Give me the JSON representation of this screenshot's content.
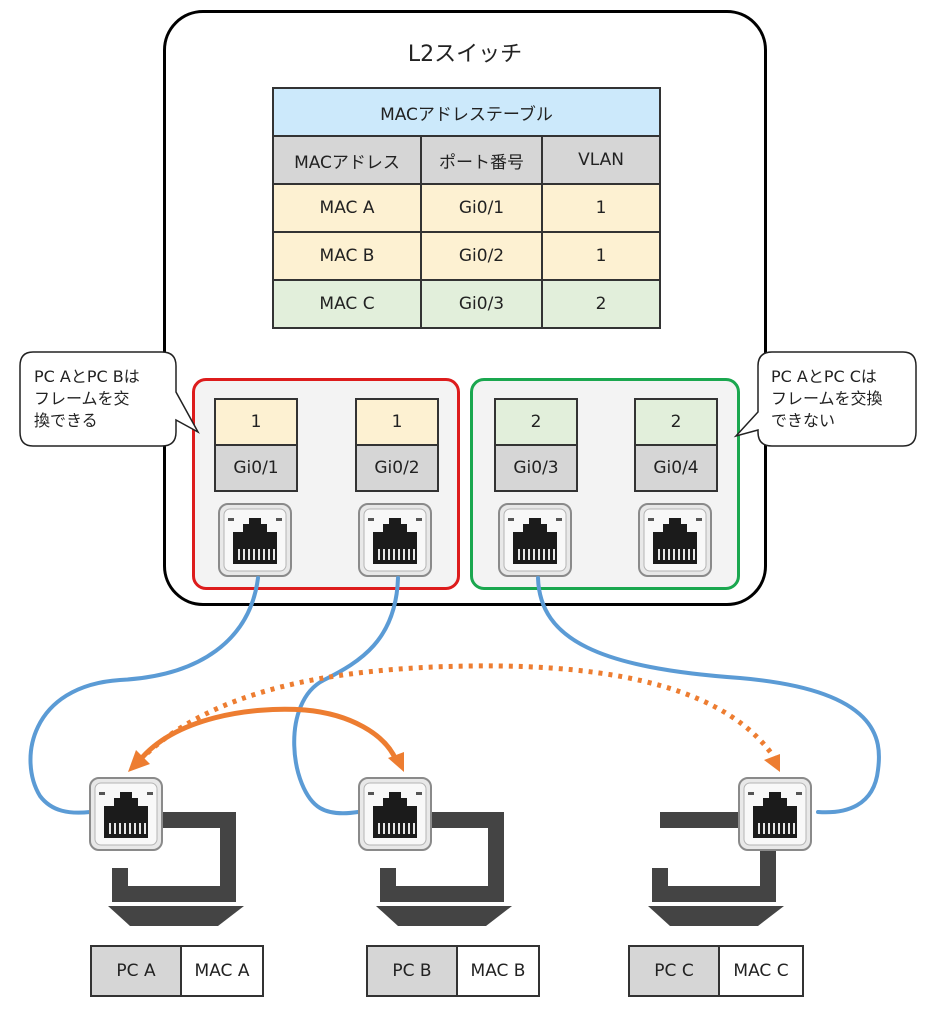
{
  "switch": {
    "title": "L2スイッチ"
  },
  "mac_table": {
    "title": "MACアドレステーブル",
    "headers": [
      "MACアドレス",
      "ポート番号",
      "VLAN"
    ],
    "rows": [
      [
        "MAC A",
        "Gi0/1",
        "1"
      ],
      [
        "MAC B",
        "Gi0/2",
        "1"
      ],
      [
        "MAC C",
        "Gi0/3",
        "2"
      ]
    ]
  },
  "ports": [
    {
      "vlan": "1",
      "name": "Gi0/1"
    },
    {
      "vlan": "1",
      "name": "Gi0/2"
    },
    {
      "vlan": "2",
      "name": "Gi0/3"
    },
    {
      "vlan": "2",
      "name": "Gi0/4"
    }
  ],
  "callouts": {
    "left": {
      "lines": [
        "PC AとPC Bは",
        "フレームを交",
        "換できる"
      ]
    },
    "right": {
      "lines": [
        "PC AとPC Cは",
        "フレームを交換",
        "できない"
      ]
    }
  },
  "pcs": [
    {
      "name": "PC A",
      "mac": "MAC A"
    },
    {
      "name": "PC B",
      "mac": "MAC B"
    },
    {
      "name": "PC C",
      "mac": "MAC C"
    }
  ],
  "colors": {
    "vlan1_group": "#dd1c1c",
    "vlan2_group": "#1aa74f",
    "cable": "#5b9bd5",
    "frame_arrow": "#ed7d31",
    "vlan1_fill": "#fdf1d2",
    "vlan2_fill": "#e2efdb",
    "table_title_fill": "#cce9fb",
    "header_fill": "#d6d6d6"
  },
  "icons": [
    "rj45-port-icon",
    "laptop-icon"
  ]
}
